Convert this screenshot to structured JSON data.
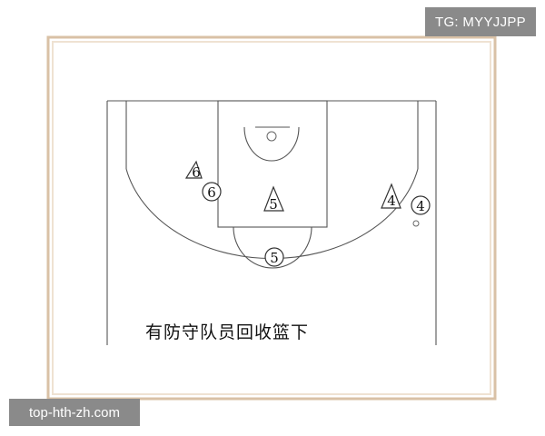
{
  "watermark_top": "TG: MYYJJPP",
  "watermark_bottom": "top-hth-zh.com",
  "caption": "有防守队员回收篮下",
  "colors": {
    "frame_outer": "#d9c1a6",
    "frame_inner": "#efe2d2",
    "lines": "#555555",
    "tag_bg": "#8a8a8a"
  },
  "offense_players": [
    {
      "id": "offense-6",
      "label": "6"
    },
    {
      "id": "offense-5",
      "label": "5"
    },
    {
      "id": "offense-4",
      "label": "4"
    }
  ],
  "defense_players": [
    {
      "id": "defense-6",
      "label": "6"
    },
    {
      "id": "defense-5",
      "label": "5"
    },
    {
      "id": "defense-4",
      "label": "4"
    }
  ]
}
